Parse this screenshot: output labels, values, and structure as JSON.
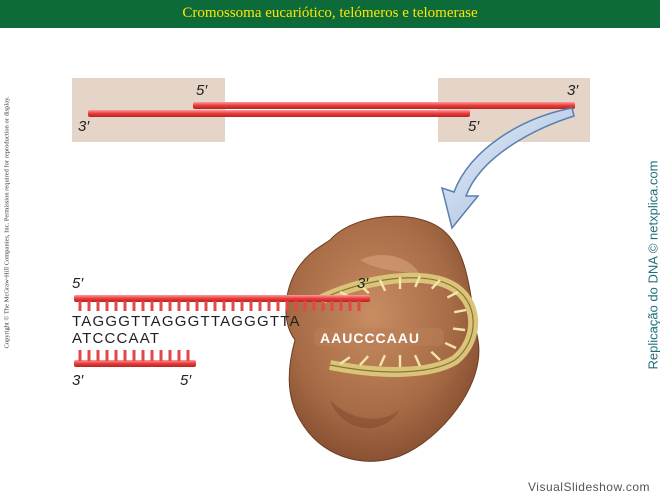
{
  "header": {
    "title": "Cromossoma eucariótico, telómeros e telomerase"
  },
  "side_credit": {
    "text": "Replicação do DNA © netxplica.com"
  },
  "copyright": {
    "text": "Copyright © The McGraw-Hill Companies, Inc. Permission required for reproduction or display."
  },
  "footer": {
    "text": "VisualSlideshow.com"
  },
  "top_diagram": {
    "label_5_top": "5′",
    "label_3_right": "3′",
    "label_3_left": "3′",
    "label_5_bottom": "5′"
  },
  "bottom_diagram": {
    "label_5_top": "5′",
    "label_3_top": "3′",
    "label_3_bottom": "3′",
    "label_5_bottom": "5′",
    "seq_top": "TAGGGTTAGGGTTAGGGTTA",
    "seq_bottom": "ATCCCAAT",
    "rna_template": "AAUCCCAAU"
  },
  "colors": {
    "title_bg": "#0d6b3a",
    "title_text": "#ffe600",
    "dna_strand": "#e84b4b",
    "enzyme": "#a86d4a",
    "rna": "#d9c47a",
    "arrow": "#a9bfdc",
    "box": "#e5d5c8"
  }
}
